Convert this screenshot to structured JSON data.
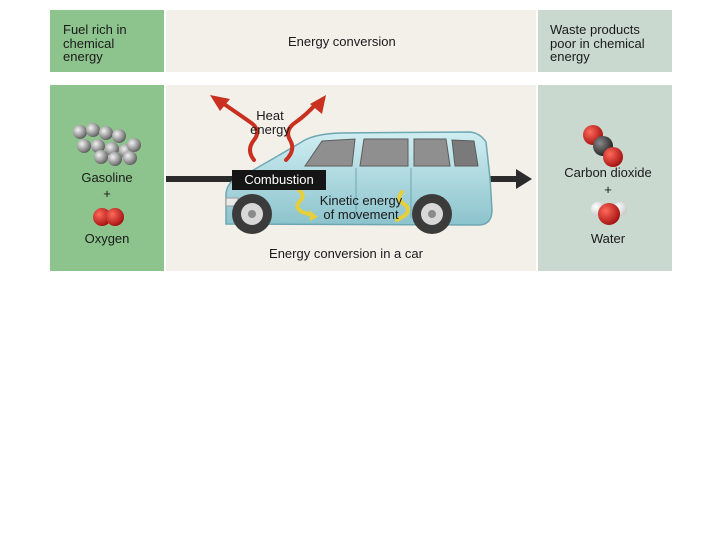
{
  "header": {
    "left": [
      "Fuel rich in",
      "chemical",
      "energy"
    ],
    "middle": "Energy conversion",
    "right": [
      "Waste products",
      "poor in chemical",
      "energy"
    ]
  },
  "left": {
    "gasoline": "Gasoline",
    "plus": "+",
    "oxygen": "Oxygen"
  },
  "middle": {
    "heat": [
      "Heat",
      "energy"
    ],
    "combustion": "Combustion",
    "kinetic": [
      "Kinetic energy",
      "of movement"
    ],
    "caption": "Energy conversion in a car"
  },
  "right": {
    "co2": "Carbon dioxide",
    "plus": "+",
    "water": "Water"
  },
  "colors": {
    "left_panel": "#8dc48d",
    "middle_panel": "#f3f0ea",
    "right_panel": "#c9d9cf",
    "heat_arrow": "#c9301f",
    "kinetic_arrow": "#e6cf3a",
    "car_body": "#a9d7df"
  }
}
